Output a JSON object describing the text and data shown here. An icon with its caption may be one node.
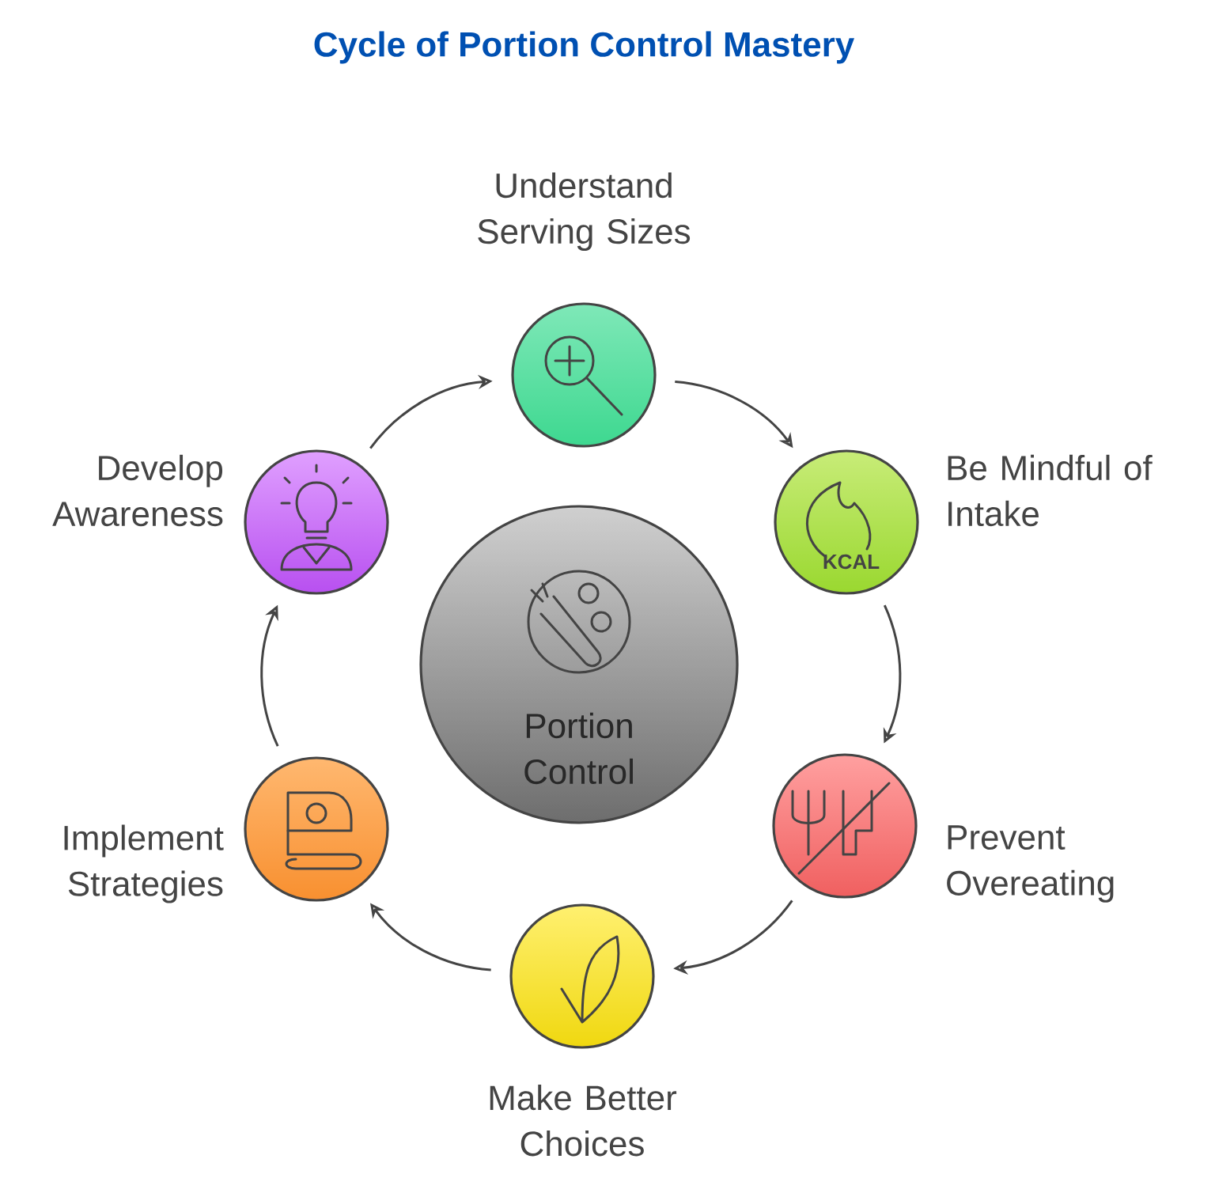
{
  "diagram": {
    "title": "Cycle of Portion Control Mastery",
    "nodes": [
      {
        "text": [
          "Portion Control"
        ]
      },
      {
        "text": [
          "Understand Serving Sizes"
        ]
      },
      {
        "text": [
          "Be Mindful of Intake"
        ]
      },
      {
        "text": [
          "Prevent Overeating"
        ]
      },
      {
        "text": [
          "Make Better Choices"
        ]
      },
      {
        "text": [
          "Implement Strategies"
        ]
      },
      {
        "text": [
          "Develop Awareness"
        ]
      }
    ],
    "edges": [
      {
        "from": 1,
        "to": 2,
        "arrow": "to"
      },
      {
        "from": 2,
        "to": 3,
        "arrow": "to"
      },
      {
        "from": 3,
        "to": 4,
        "arrow": "to"
      },
      {
        "from": 4,
        "to": 5,
        "arrow": "to"
      },
      {
        "from": 5,
        "to": 6,
        "arrow": "to"
      },
      {
        "from": 6,
        "to": 1,
        "arrow": "to"
      }
    ],
    "labels": [
      "KCAL"
    ]
  }
}
